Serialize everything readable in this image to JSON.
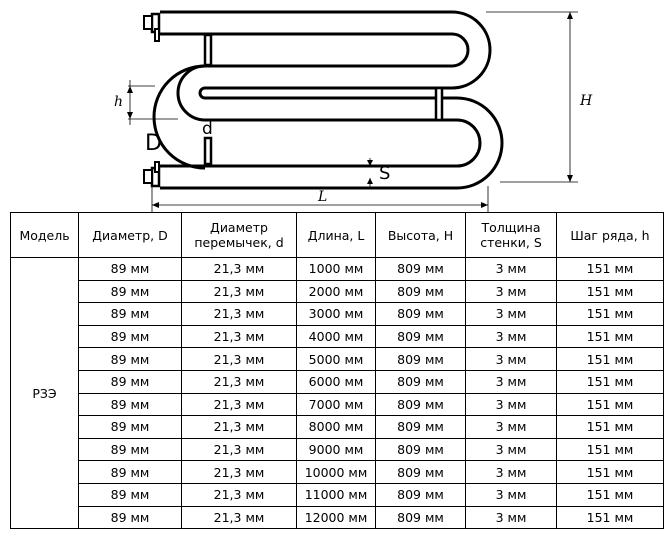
{
  "diagram": {
    "labels": {
      "h": "h",
      "d": "d",
      "D": "D",
      "S": "S",
      "L": "L",
      "H": "H"
    }
  },
  "table": {
    "headers": [
      "Модель",
      "Диаметр, D",
      "Диаметр перемычек, d",
      "Длина, L",
      "Высота, H",
      "Толщина стенки, S",
      "Шаг ряда, h"
    ],
    "model": "РЗЭ",
    "rows": [
      [
        "89 мм",
        "21,3 мм",
        "1000 мм",
        "809 мм",
        "3 мм",
        "151 мм"
      ],
      [
        "89 мм",
        "21,3 мм",
        "2000 мм",
        "809 мм",
        "3 мм",
        "151 мм"
      ],
      [
        "89 мм",
        "21,3 мм",
        "3000 мм",
        "809 мм",
        "3 мм",
        "151 мм"
      ],
      [
        "89 мм",
        "21,3 мм",
        "4000 мм",
        "809 мм",
        "3 мм",
        "151 мм"
      ],
      [
        "89 мм",
        "21,3 мм",
        "5000 мм",
        "809 мм",
        "3 мм",
        "151 мм"
      ],
      [
        "89 мм",
        "21,3 мм",
        "6000 мм",
        "809 мм",
        "3 мм",
        "151 мм"
      ],
      [
        "89 мм",
        "21,3 мм",
        "7000 мм",
        "809 мм",
        "3 мм",
        "151 мм"
      ],
      [
        "89 мм",
        "21,3 мм",
        "8000 мм",
        "809 мм",
        "3 мм",
        "151 мм"
      ],
      [
        "89 мм",
        "21,3 мм",
        "9000 мм",
        "809 мм",
        "3 мм",
        "151 мм"
      ],
      [
        "89 мм",
        "21,3 мм",
        "10000 мм",
        "809 мм",
        "3 мм",
        "151 мм"
      ],
      [
        "89 мм",
        "21,3 мм",
        "11000 мм",
        "809 мм",
        "3 мм",
        "151 мм"
      ],
      [
        "89 мм",
        "21,3 мм",
        "12000 мм",
        "809 мм",
        "3 мм",
        "151 мм"
      ]
    ]
  }
}
